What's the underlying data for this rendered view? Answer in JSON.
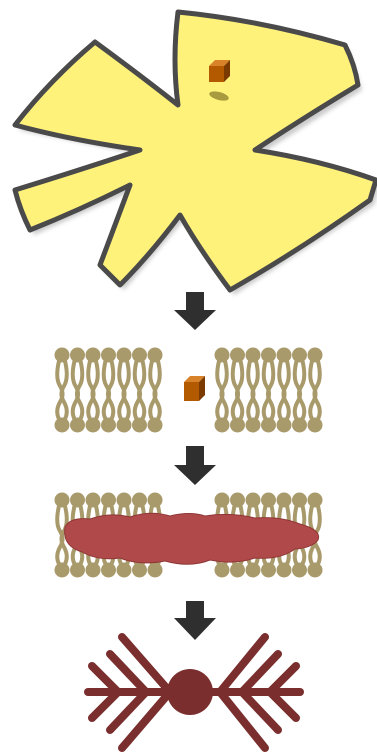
{
  "diagram": {
    "stages": [
      {
        "name": "cell-with-particle"
      },
      {
        "name": "membrane-gap-particle"
      },
      {
        "name": "membrane-with-clot"
      },
      {
        "name": "fibrin-crosslink-node"
      }
    ],
    "arrows": 3,
    "colors": {
      "cell_fill": "#fff27a",
      "cell_outline": "#4a4a4a",
      "cell_shadow": "#bdbdbd",
      "particle_front": "#b35a00",
      "particle_top": "#d8832a",
      "particle_side": "#7a3a00",
      "particle_shadow": "#a89a3e",
      "lipid": "#a99a6b",
      "lipid_shadow": "#c9c4b4",
      "clot": "#b04a4a",
      "clot_dark": "#8f3636",
      "fiber": "#7a2e2e",
      "arrow": "#2f2f2f"
    }
  }
}
